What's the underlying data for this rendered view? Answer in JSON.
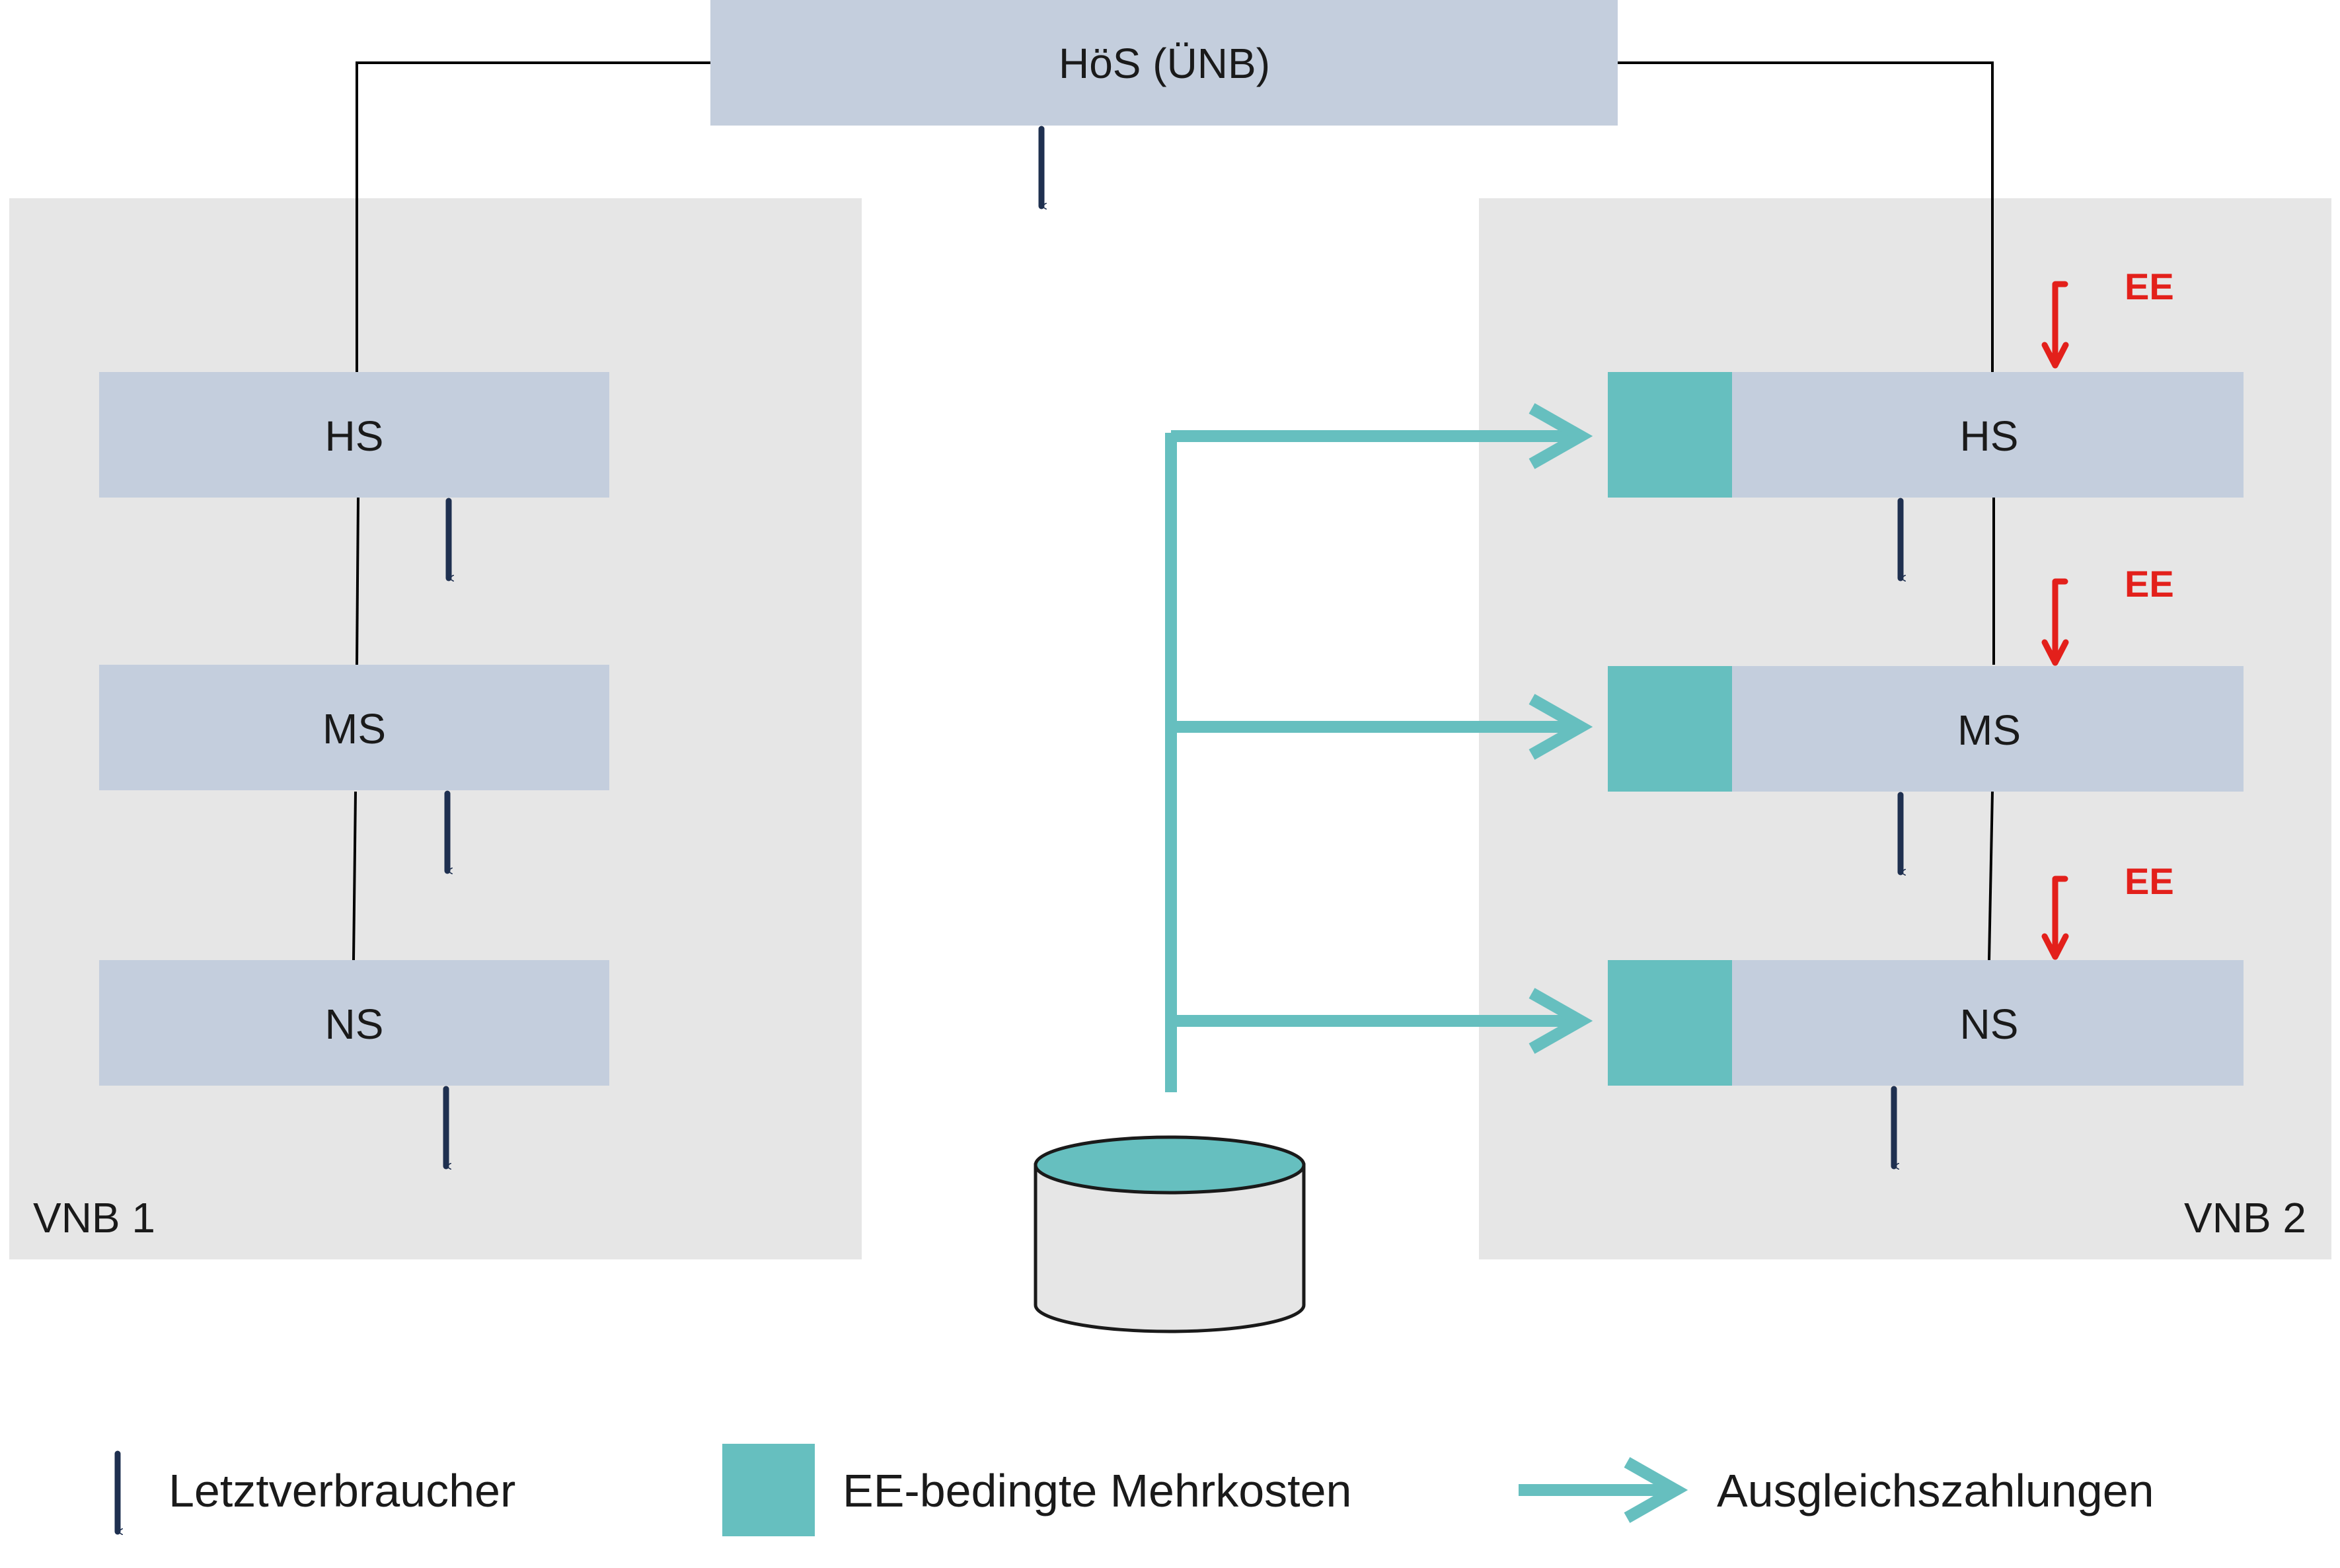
{
  "colors": {
    "level_box": "#c4cedd",
    "region_bg": "#e6e6e6",
    "teal": "#66bfbf",
    "consumer_arrow": "#1f3050",
    "ee_arrow": "#e3201b",
    "line": "#000000",
    "storage_body": "#e6e6e6"
  },
  "top": {
    "label": "HöS (ÜNB)"
  },
  "vnb1": {
    "label": "VNB 1",
    "levels": [
      {
        "label": "HS"
      },
      {
        "label": "MS"
      },
      {
        "label": "NS"
      }
    ]
  },
  "vnb2": {
    "label": "VNB 2",
    "levels": [
      {
        "label": "HS"
      },
      {
        "label": "MS"
      },
      {
        "label": "NS"
      }
    ],
    "ee_label": "EE"
  },
  "storage": {
    "icon": "cylinder-icon"
  },
  "legend": {
    "consumer": {
      "label": "Letztverbraucher",
      "icon": "down-arrow-icon"
    },
    "ee_costs": {
      "label": "EE-bedingte Mehrkosten",
      "icon": "teal-square-icon"
    },
    "compensation": {
      "label": "Ausgleichszahlungen",
      "icon": "right-arrow-icon"
    }
  }
}
